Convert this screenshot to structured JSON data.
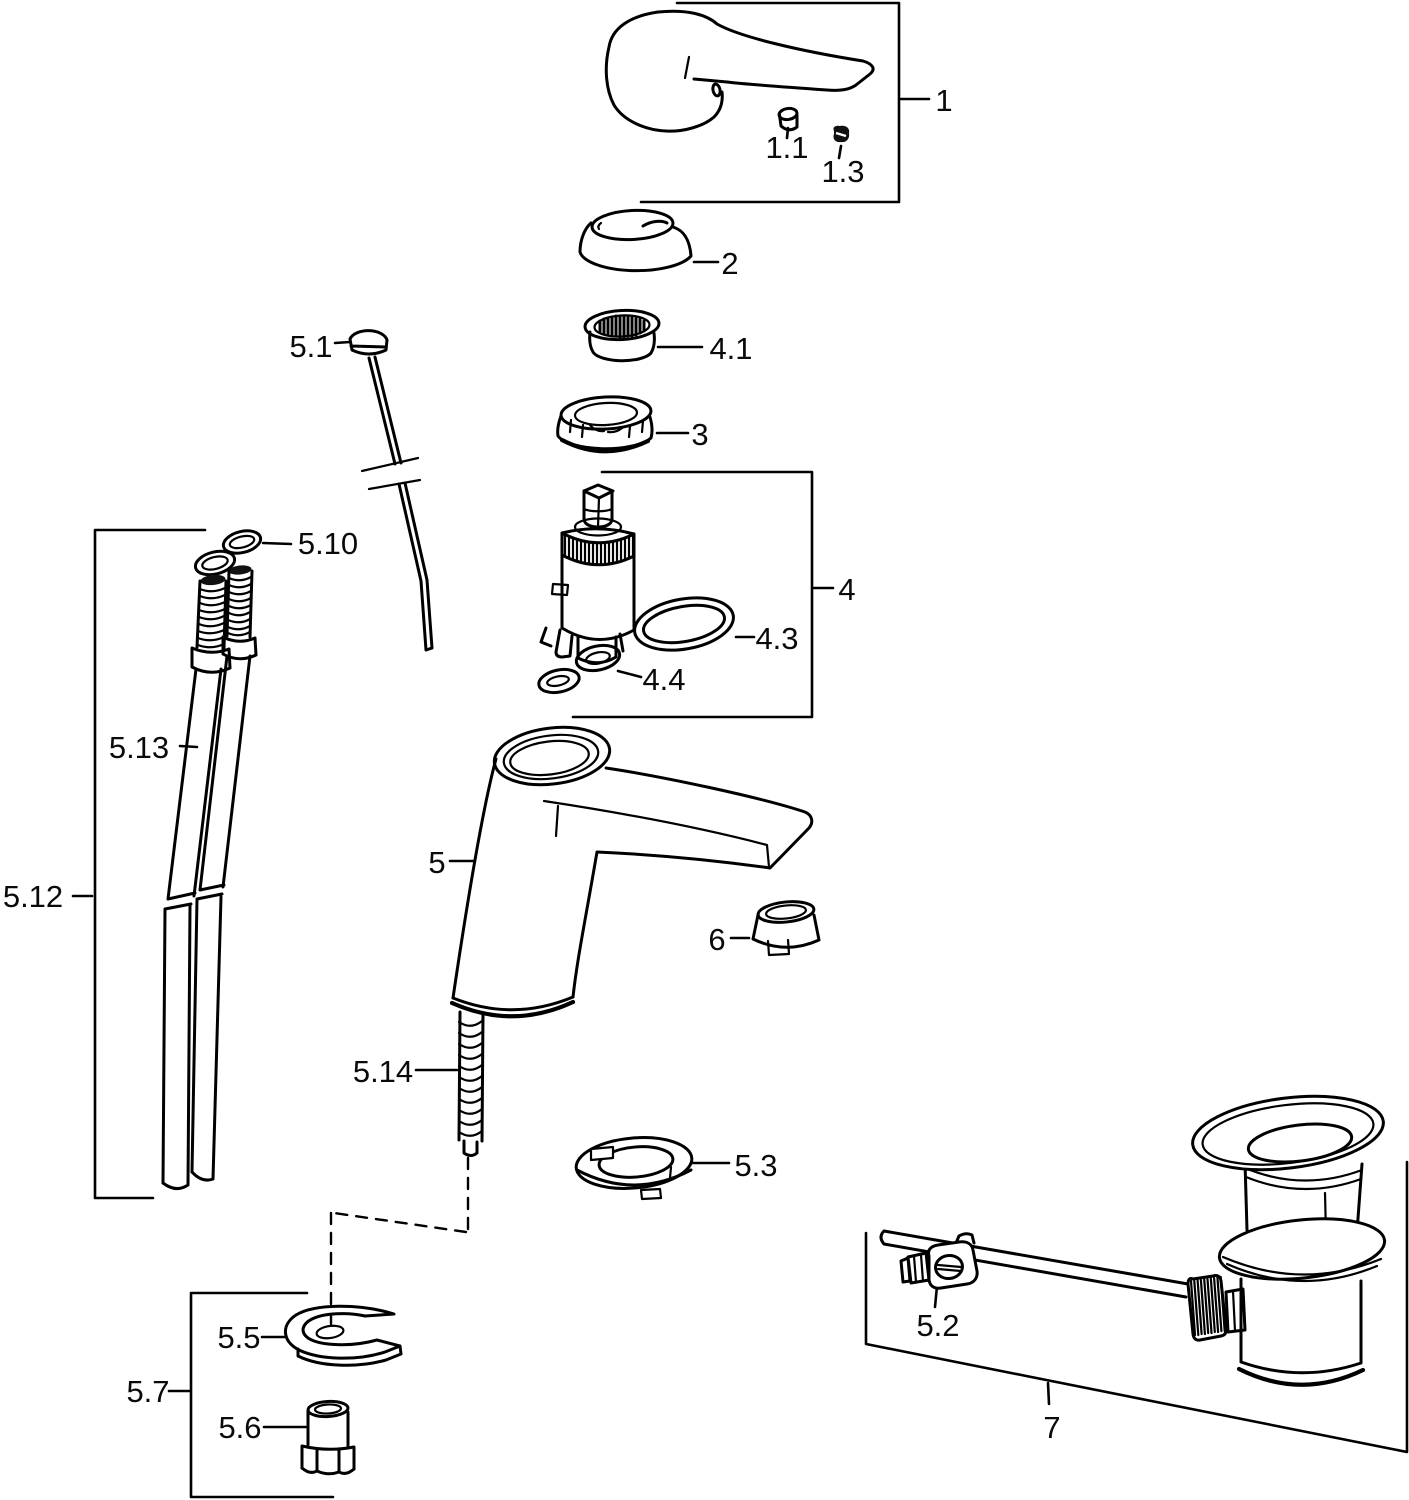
{
  "diagram": {
    "labels": {
      "part1": "1",
      "part1_1": "1.1",
      "part1_3": "1.3",
      "part2": "2",
      "part3": "3",
      "part4": "4",
      "part4_1": "4.1",
      "part4_3": "4.3",
      "part4_4": "4.4",
      "part5": "5",
      "part5_1": "5.1",
      "part5_2": "5.2",
      "part5_3": "5.3",
      "part5_5": "5.5",
      "part5_6": "5.6",
      "part5_7": "5.7",
      "part5_10": "5.10",
      "part5_12": "5.12",
      "part5_13": "5.13",
      "part5_14": "5.14",
      "part6": "6",
      "part7": "7"
    },
    "colors": {
      "line": "#000000",
      "background": "#ffffff"
    }
  }
}
